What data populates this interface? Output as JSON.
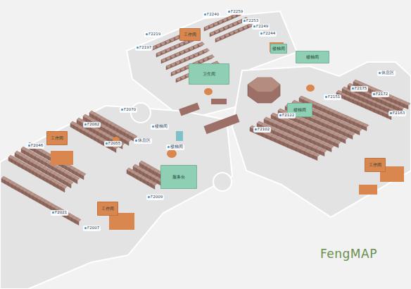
{
  "diagram": {
    "nodes": [
      {
        "text": [
          "工作间"
        ]
      },
      {
        "text": [
          "楼梯间"
        ]
      },
      {
        "text": [
          "楼梯间"
        ]
      },
      {
        "text": [
          "卫生间"
        ]
      },
      {
        "text": [
          "楼梯间"
        ]
      },
      {
        "text": [
          "工作间"
        ]
      },
      {
        "text": [
          "服务台"
        ]
      },
      {
        "text": [
          "工作间"
        ]
      },
      {
        "text": [
          "工作间"
        ]
      }
    ],
    "labels": [
      "F2240",
      "F2259",
      "F2253",
      "F2249",
      "F2244",
      "F2219",
      "F2197",
      "F2175",
      "F2172",
      "F2151",
      "F2163",
      "休息区",
      "F2122",
      "F2102",
      "F2082",
      "F2070",
      "F2046",
      "F2055",
      "楼梯间",
      "休息区",
      "楼梯间",
      "F2009",
      "F2021",
      "F2007",
      "FengMAP"
    ]
  }
}
